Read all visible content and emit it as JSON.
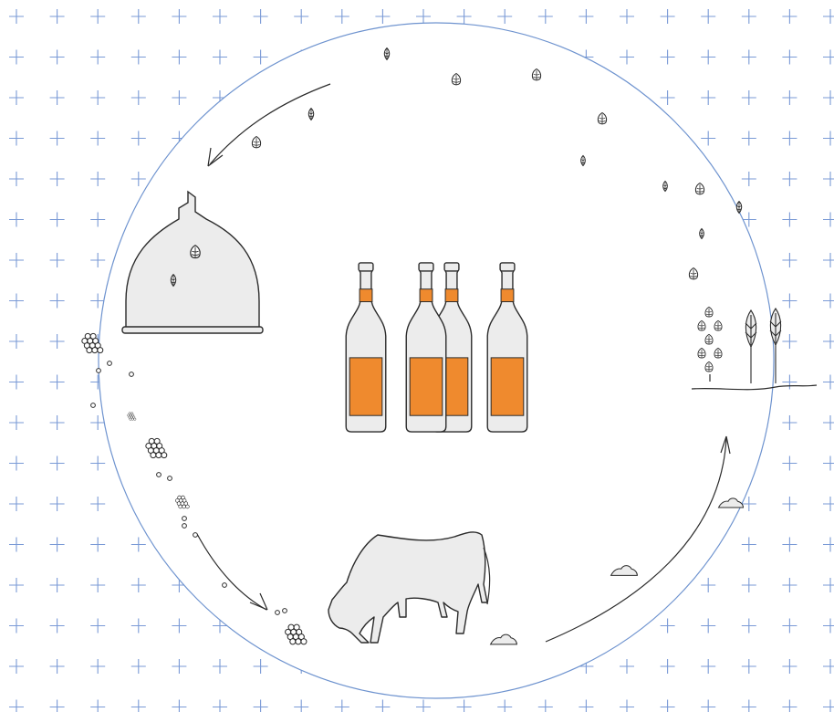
{
  "diagram": {
    "kind": "beer-circular-economy-illustration",
    "palette": {
      "background": "#ffffff",
      "grid_cross": "#7a9ad6",
      "circle": "#6e93cf",
      "outline": "#2b2b2b",
      "fill_grey": "#ececec",
      "label_orange": "#ef8a2e"
    },
    "stages": [
      {
        "id": "grain-and-hops",
        "icon": "wheat-and-hops-icon"
      },
      {
        "id": "brewing",
        "icon": "brew-kettle-icon"
      },
      {
        "id": "beer",
        "icon": "beer-bottles-icon"
      },
      {
        "id": "spent-grain",
        "icon": "spent-grain-pile-icon"
      },
      {
        "id": "cattle-feed",
        "icon": "cow-icon"
      },
      {
        "id": "manure",
        "icon": "manure-pile-icon"
      }
    ],
    "bottle_count": 4,
    "text_labels": []
  }
}
